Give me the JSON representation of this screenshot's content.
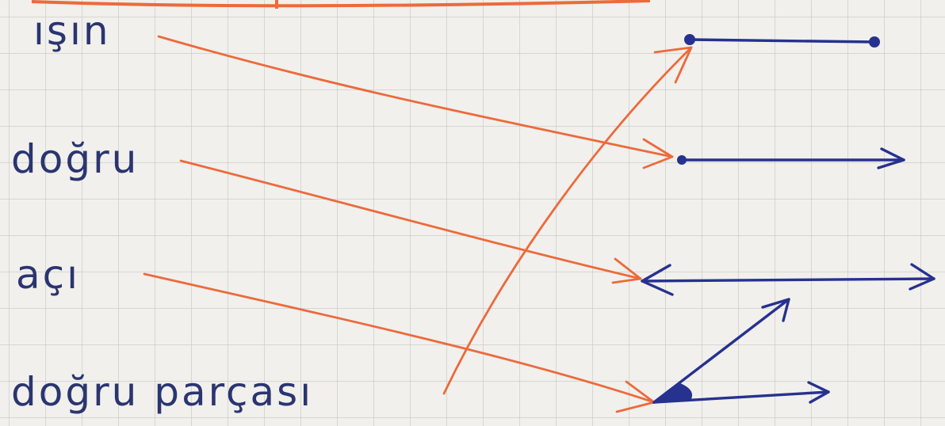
{
  "terms": {
    "ray": "ışın",
    "line": "doğru",
    "angle": "açı",
    "segment": "doğru parçası"
  },
  "colors": {
    "paper": "#f1f0ec",
    "grid": "#c7c7c4",
    "text_ink": "#2a3570",
    "connector_ink": "#ec6a3c",
    "figure_ink": "#27318f"
  },
  "matches": [
    {
      "term": "ışın",
      "figure": "ray"
    },
    {
      "term": "doğru",
      "figure": "line"
    },
    {
      "term": "açı",
      "figure": "angle"
    },
    {
      "term": "doğru parçası",
      "figure": "segment"
    }
  ]
}
